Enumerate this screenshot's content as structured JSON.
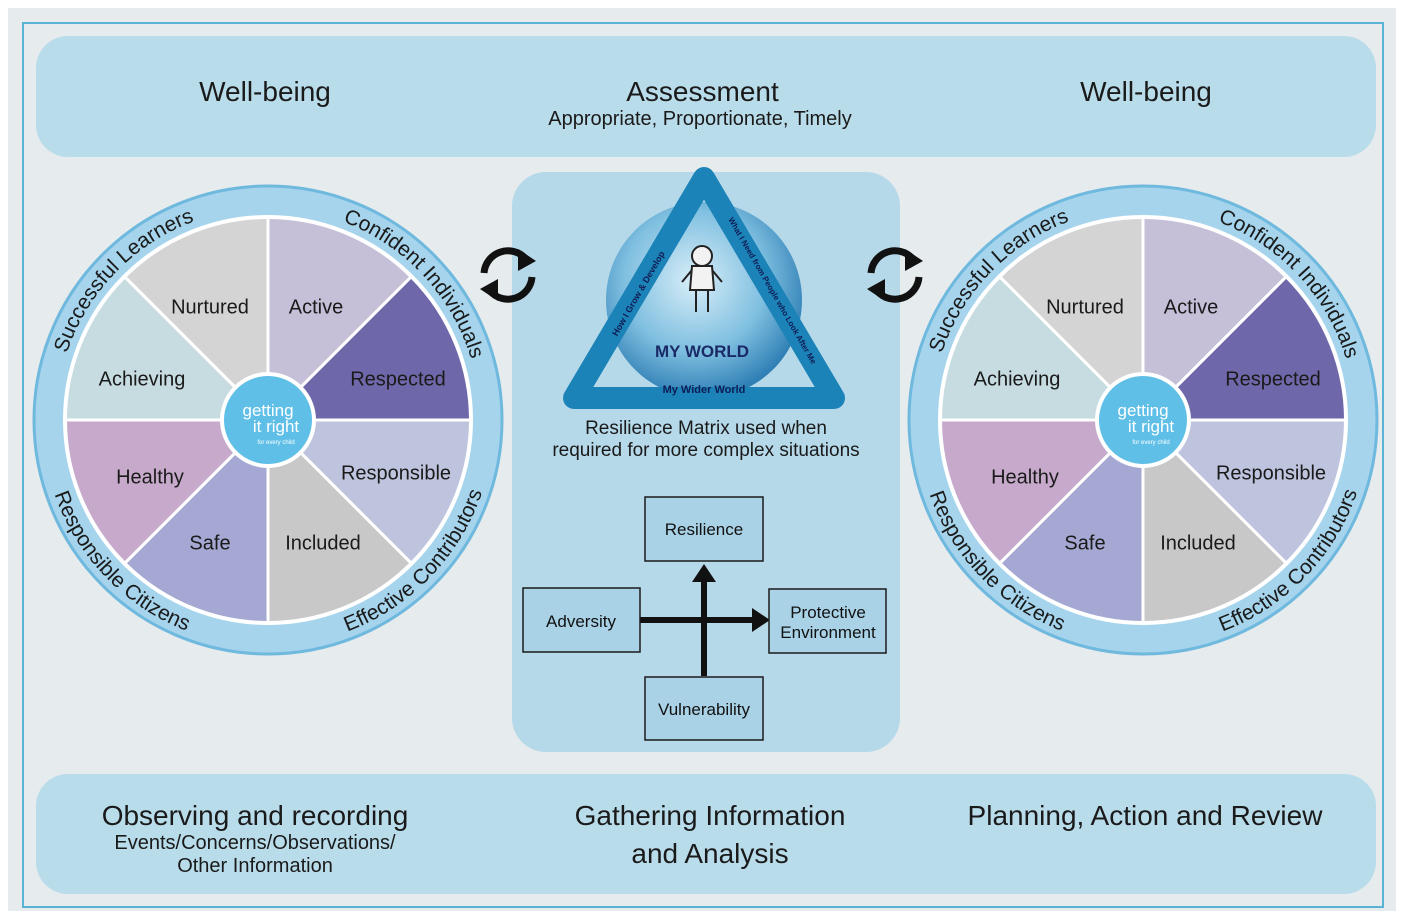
{
  "top": {
    "left_title": "Well-being",
    "center_title": "Assessment",
    "center_subtitle": "Appropriate, Proportionate, Timely",
    "right_title": "Well-being"
  },
  "wheel": {
    "segments": [
      "Nurtured",
      "Active",
      "Achieving",
      "Respected",
      "Healthy",
      "Responsible",
      "Safe",
      "Included"
    ],
    "ring": [
      "Successful Learners",
      "Confident Individuals",
      "Responsible Citizens",
      "Effective Contributors"
    ],
    "logo_line1": "getting",
    "logo_line2": "it right",
    "logo_line3": "for every child",
    "colors": {
      "ring": "#9fd0e9",
      "ring_dark": "#6fb8de",
      "nurtured": "#d4d4d4",
      "active": "#c6bfd8",
      "achieving": "#c7dce1",
      "respected": "#6e68aa",
      "healthy": "#c7aacb",
      "responsible": "#bfc4de",
      "safe": "#a5a8d2",
      "included": "#c8c8c8",
      "center": "#6cc3e6"
    }
  },
  "center": {
    "my_world": {
      "title": "MY WORLD",
      "left_side": "How I Grow & Develop",
      "right_side": "What I Need from People who Look After Me",
      "bottom_side": "My Wider World"
    },
    "caption_line1": "Resilience Matrix used when",
    "caption_line2": "required for more complex situations",
    "matrix": {
      "top": "Resilience",
      "left": "Adversity",
      "right_line1": "Protective",
      "right_line2": "Environment",
      "bottom": "Vulnerability"
    }
  },
  "bottom": {
    "left_title": "Observing and recording",
    "left_sub1": "Events/Concerns/Observations/",
    "left_sub2": "Other Information",
    "center_line1": "Gathering Information",
    "center_line2": "and Analysis",
    "right_title": "Planning, Action and Review"
  }
}
